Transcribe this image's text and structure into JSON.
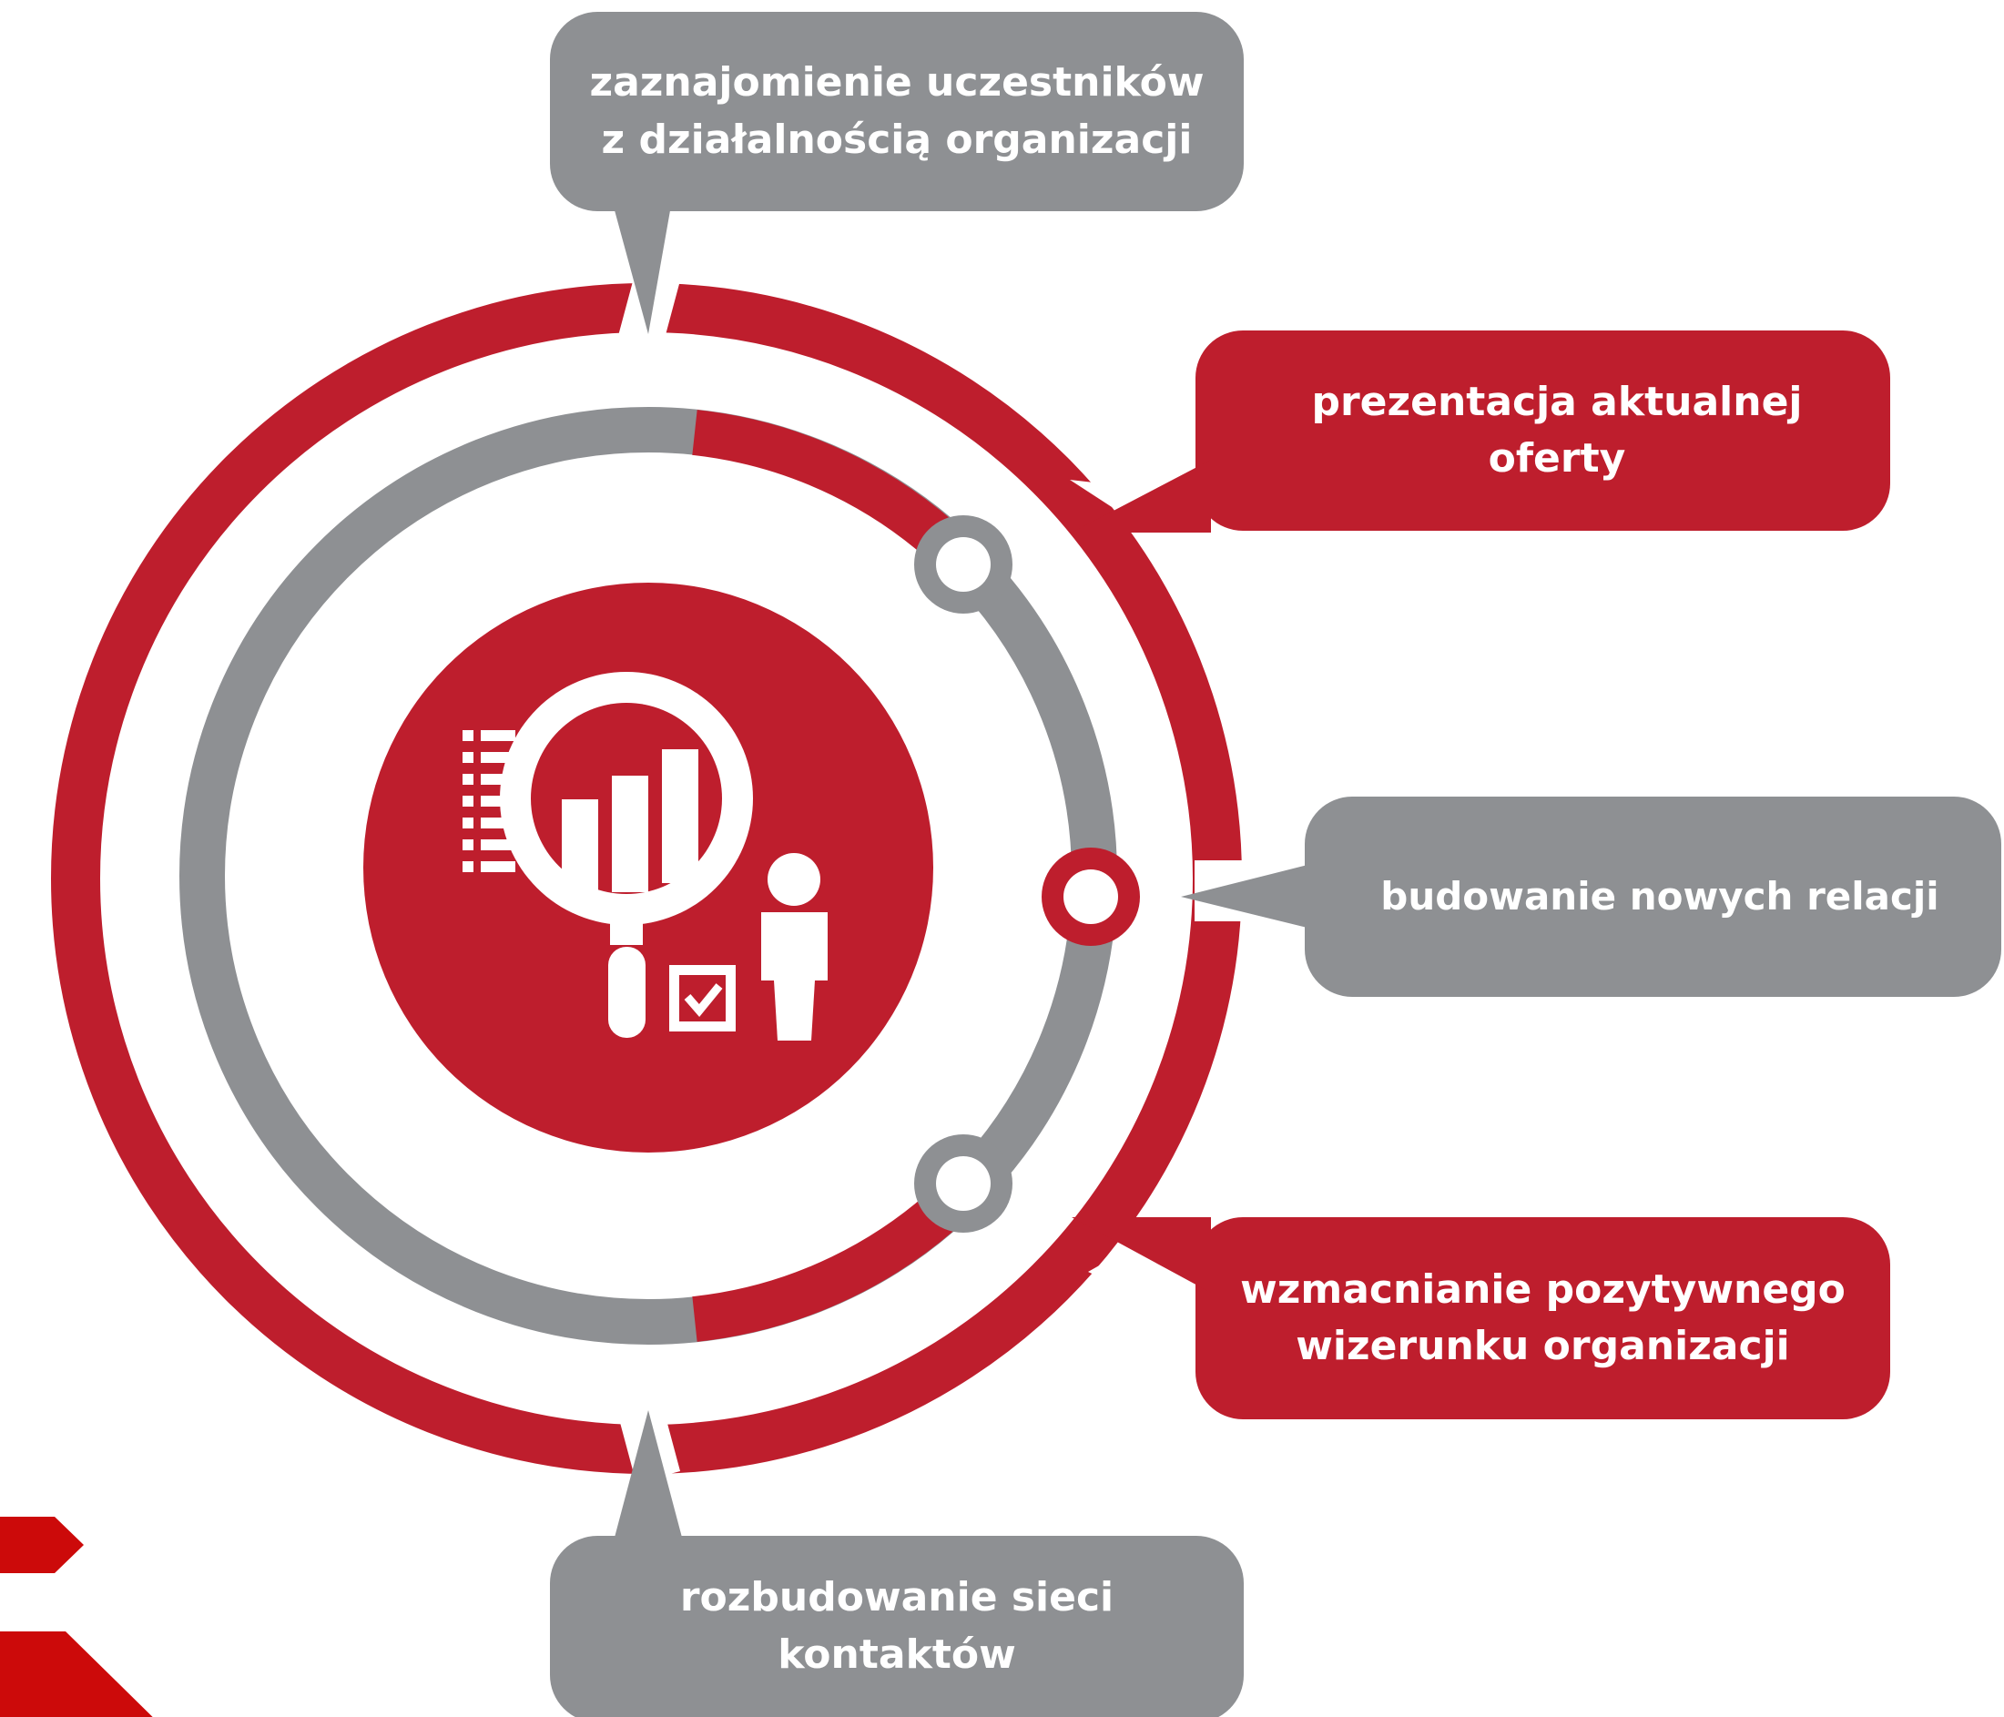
{
  "colors": {
    "red": "#be1e2d",
    "gray": "#8e9093",
    "white": "#ffffff",
    "corner_red": "#cc0a0a"
  },
  "center_icon": [
    "magnifier-icon",
    "bar-chart-icon",
    "list-icon",
    "checkbox-icon",
    "person-icon"
  ],
  "bubbles": {
    "top": {
      "line1": "zaznajomienie uczestników",
      "line2": "z działalnością organizacji"
    },
    "upper_right": {
      "line1": "prezentacja aktualnej",
      "line2": "oferty"
    },
    "right": {
      "line1": "budowanie nowych relacji"
    },
    "lower_right": {
      "line1": "wzmacnianie pozytywnego",
      "line2": "wizerunku organizacji"
    },
    "bottom": {
      "line1": "rozbudowanie sieci",
      "line2": "kontaktów"
    }
  }
}
